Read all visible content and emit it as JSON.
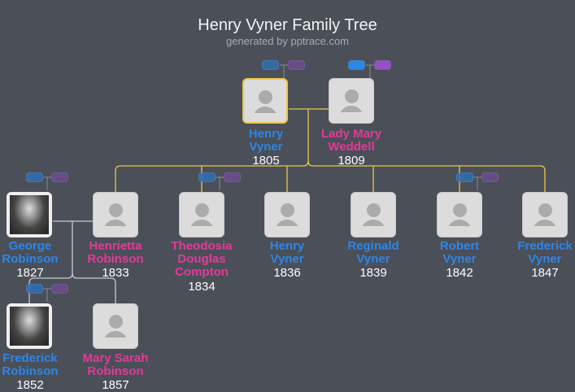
{
  "header": {
    "title": "Henry Vyner Family Tree",
    "subtitle": "generated by pptrace.com"
  },
  "colors": {
    "male": "#2c86e8",
    "female": "#e4399a",
    "selected_border": "#f2c54a",
    "connector": "#f2c54a",
    "background": "#4a4f58"
  },
  "people": {
    "henry_sr": {
      "name": "Henry\nVyner",
      "first": "Henry",
      "last": "Vyner",
      "year": "1805",
      "gender": "male",
      "selected": true
    },
    "lady_mary": {
      "first": "Lady Mary",
      "last": "Weddell",
      "year": "1809",
      "gender": "female"
    },
    "george": {
      "first": "George",
      "last": "Robinson",
      "year": "1827",
      "gender": "male",
      "photo": true
    },
    "henrietta": {
      "first": "Henrietta",
      "last": "Robinson",
      "year": "1833",
      "gender": "female"
    },
    "theodosia": {
      "first": "Theodosia",
      "middle": "Douglas",
      "last": "Compton",
      "year": "1834",
      "gender": "female"
    },
    "henry_jr": {
      "first": "Henry",
      "last": "Vyner",
      "year": "1836",
      "gender": "male"
    },
    "reginald": {
      "first": "Reginald",
      "last": "Vyner",
      "year": "1839",
      "gender": "male"
    },
    "robert": {
      "first": "Robert",
      "last": "Vyner",
      "year": "1842",
      "gender": "male"
    },
    "frederick_v": {
      "first": "Frederick",
      "last": "Vyner",
      "year": "1847",
      "gender": "male"
    },
    "frederick_r": {
      "first": "Frederick",
      "last": "Robinson",
      "year": "1852",
      "gender": "male",
      "photo": true
    },
    "mary_sarah": {
      "first": "Mary Sarah",
      "last": "Robinson",
      "year": "1857",
      "gender": "female"
    }
  }
}
